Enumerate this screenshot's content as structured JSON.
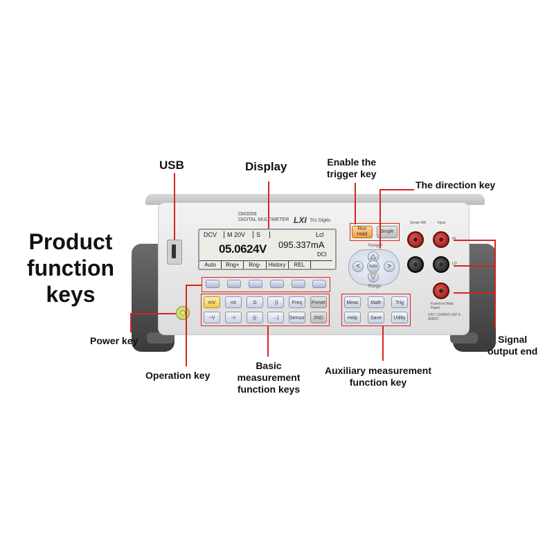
{
  "heading": [
    "Product",
    "function",
    "keys"
  ],
  "labels": {
    "usb": "USB",
    "display": "Display",
    "trigger_line1": "Enable the",
    "trigger_line2": "trigger key",
    "direction": "The direction key",
    "power": "Power key",
    "operation": "Operation key",
    "basic_line1": "Basic",
    "basic_line2": "measurement",
    "basic_line3": "function keys",
    "auxiliary_line1": "Auxiliary measurement",
    "auxiliary_line2": "function key",
    "signal_line1": "Signal",
    "signal_line2": "output end"
  },
  "device": {
    "model": "DM3058",
    "name": "DIGITAL MULTIMETER",
    "logo": "LXI",
    "digits": "5½ Digits",
    "lcd": {
      "mode": "DCV",
      "range": "M 20V",
      "speed": "S",
      "local": "Lcl",
      "main_reading": "05.0624V",
      "sub_reading": "095.337mA",
      "sub_mode": "DCI",
      "softkeys": [
        "Auto",
        "Rng+",
        "Rng-",
        "History",
        "REL"
      ]
    },
    "trigger_keys": {
      "hold_line1": "Run",
      "hold_line2": "Hold",
      "single": "Single"
    },
    "range_up": "Range+",
    "range_down": "Range-",
    "auto": "Auto",
    "basic_keys": [
      [
        "mV",
        "mI",
        "Ω",
        "·))",
        "Freq",
        "Preset"
      ],
      [
        "~V",
        "~I",
        "-|(-",
        "→|",
        "Sensor",
        "2ND"
      ]
    ],
    "aux_keys": [
      [
        "Meas",
        "Math",
        "Trig"
      ],
      [
        "Help",
        "Save",
        "Utility"
      ]
    ],
    "terminal_labels": {
      "sense": "Sense 4W",
      "input": "Input",
      "hi": "HI",
      "lo": "LO",
      "fused": "Fused on Rear Panel",
      "cat": "CAT I (1000V) CAT II (600V)"
    },
    "power_icon": "power-icon"
  },
  "colors": {
    "annotation": "#d8231d",
    "trigger_key": "#f29b3a",
    "power_key": "#c9d45a"
  }
}
